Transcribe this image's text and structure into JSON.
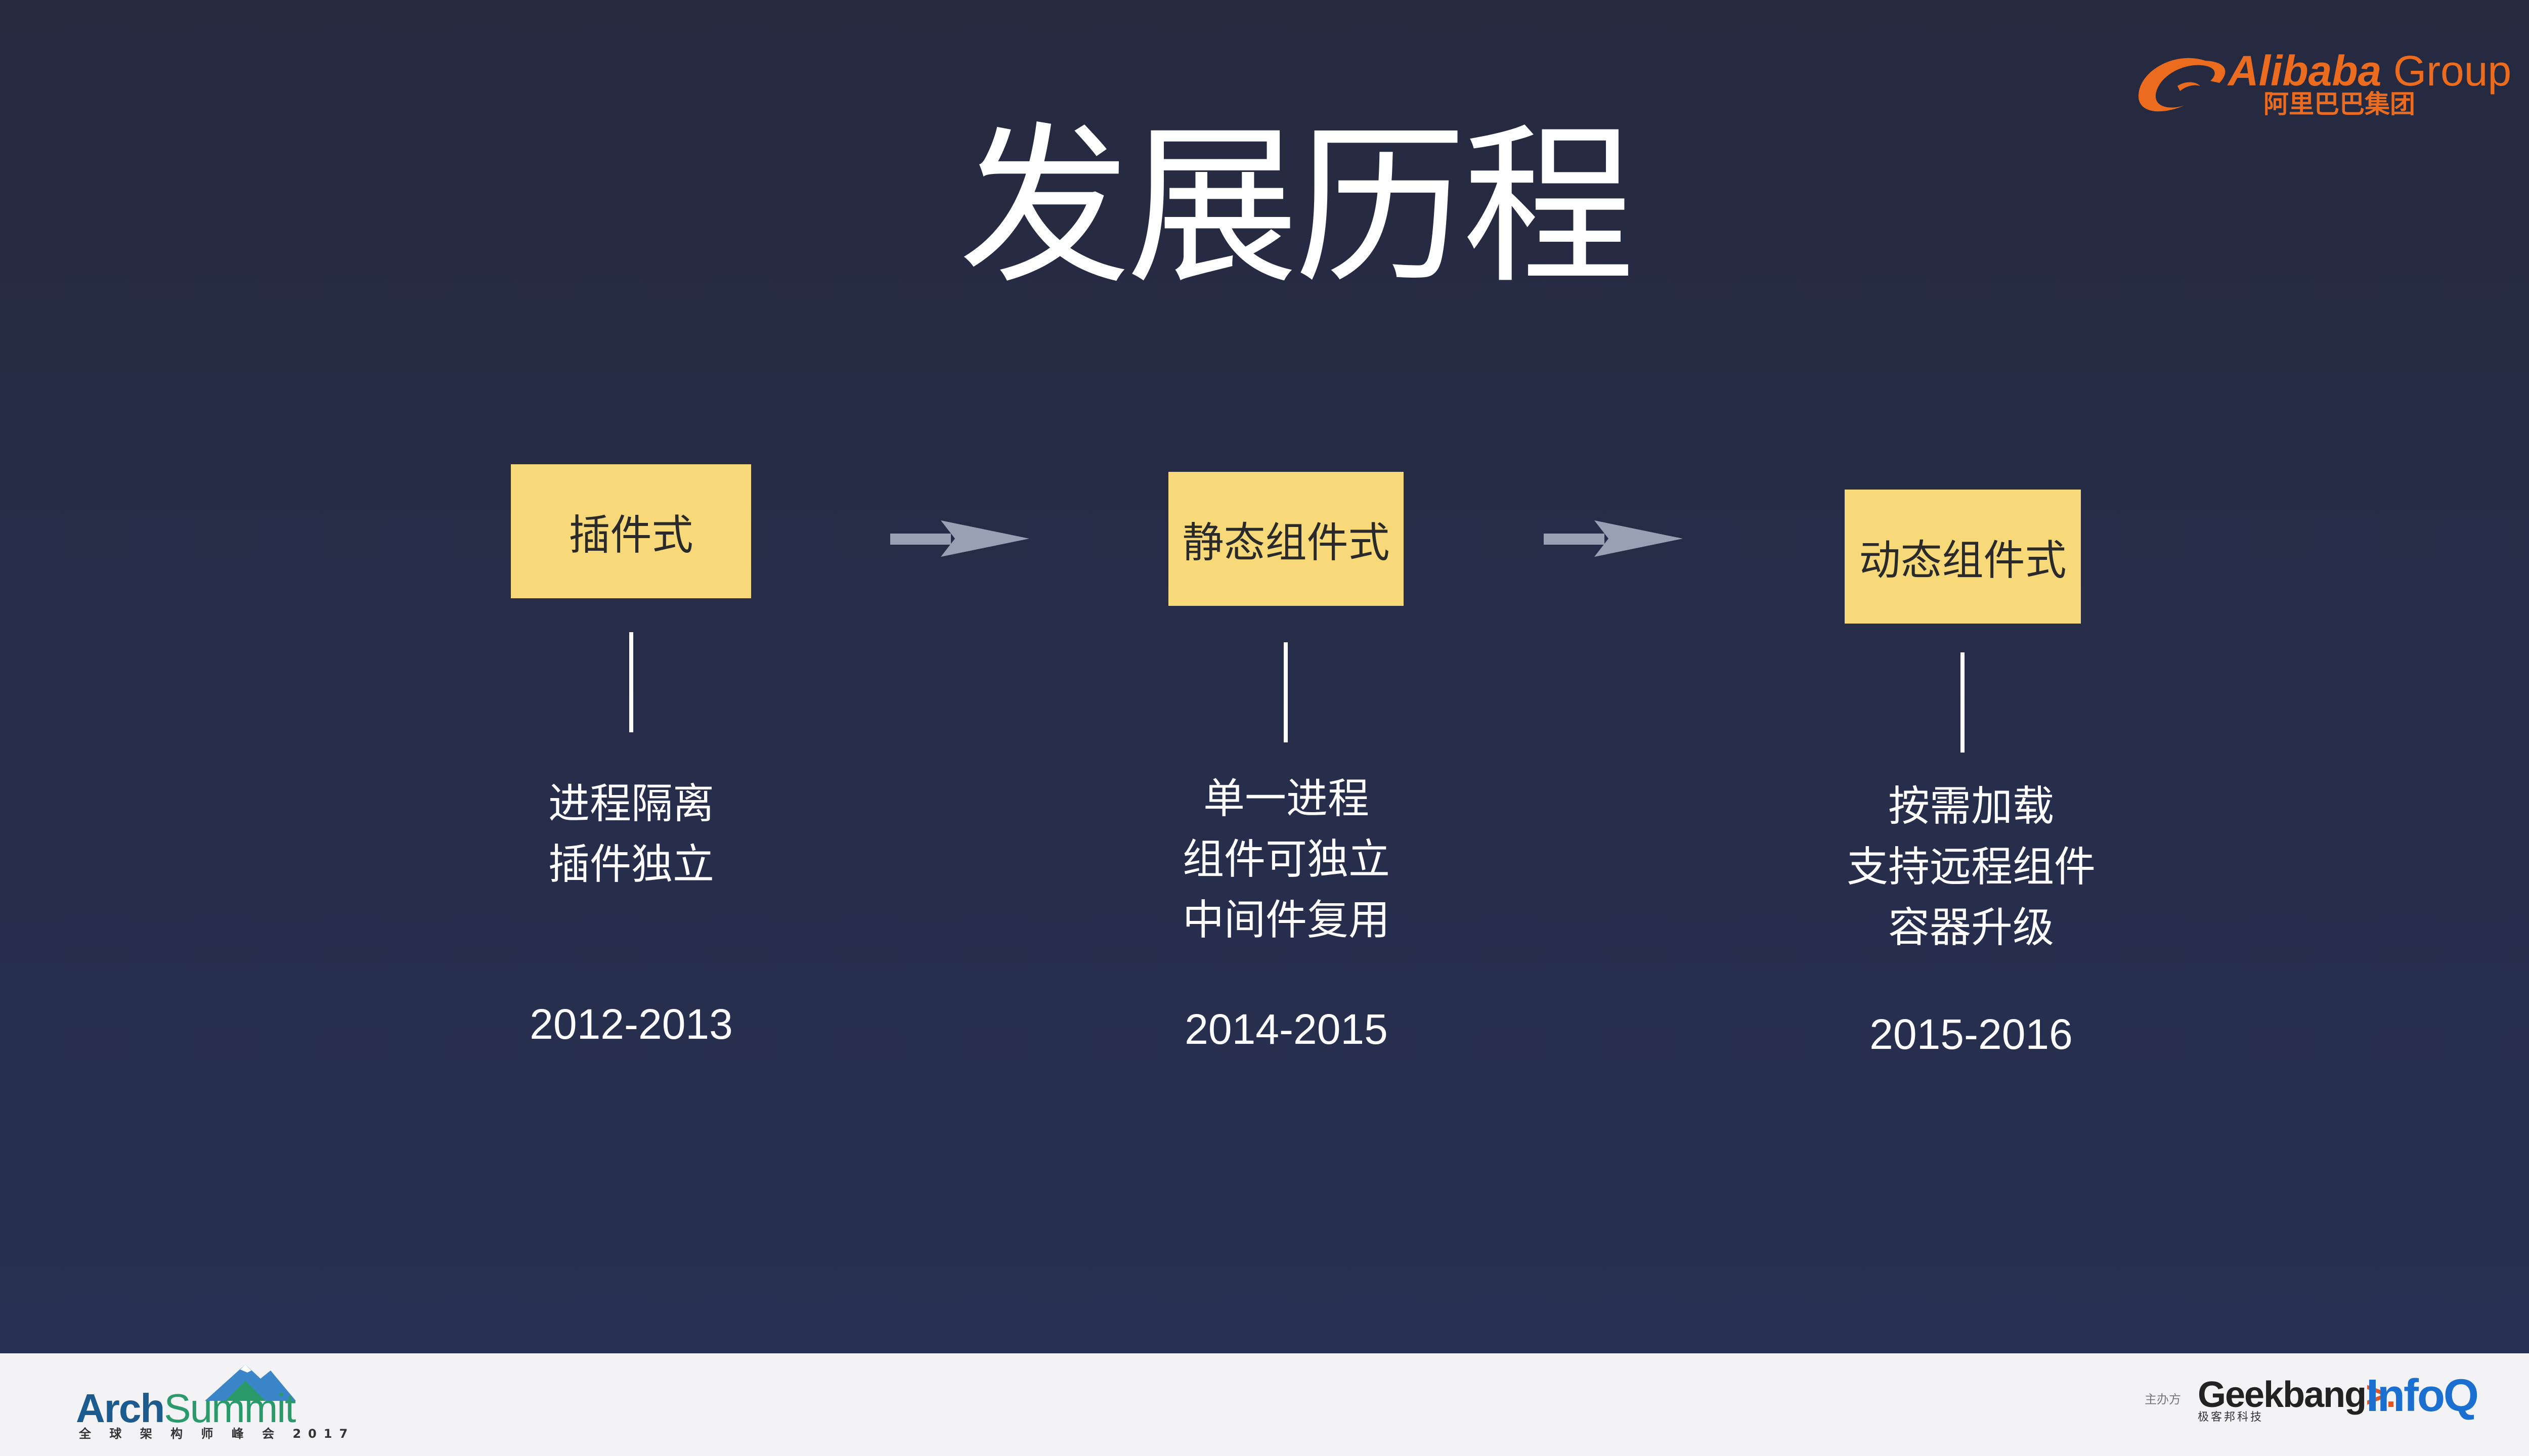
{
  "title": "发展历程",
  "logo": {
    "brand_bold": "Alibaba",
    "brand_light": "Group",
    "brand_cn": "阿里巴巴集团"
  },
  "stages": [
    {
      "label": "插件式",
      "features": [
        "进程隔离",
        "插件独立"
      ],
      "years": "2012-2013"
    },
    {
      "label": "静态组件式",
      "features": [
        "单一进程",
        "组件可独立",
        "中间件复用"
      ],
      "years": "2014-2015"
    },
    {
      "label": "动态组件式",
      "features": [
        "按需加载",
        "支持远程组件",
        "容器升级"
      ],
      "years": "2015-2016"
    }
  ],
  "footer": {
    "event_name_a": "Arch",
    "event_name_b": "Summit",
    "event_sub": "全 球 架 构 师 峰 会 2017",
    "sponsor_label": "主办方",
    "geek_a": "Geekbang",
    "geek_b": ">.",
    "geek_sub": "极客邦科技",
    "infoq": "InfoQ"
  },
  "colors": {
    "background_top": "#262a3f",
    "background_bottom": "#283255",
    "box_fill": "#f7d97a",
    "arrow": "#9aa0b4",
    "alibaba_orange": "#ec6c1f"
  }
}
